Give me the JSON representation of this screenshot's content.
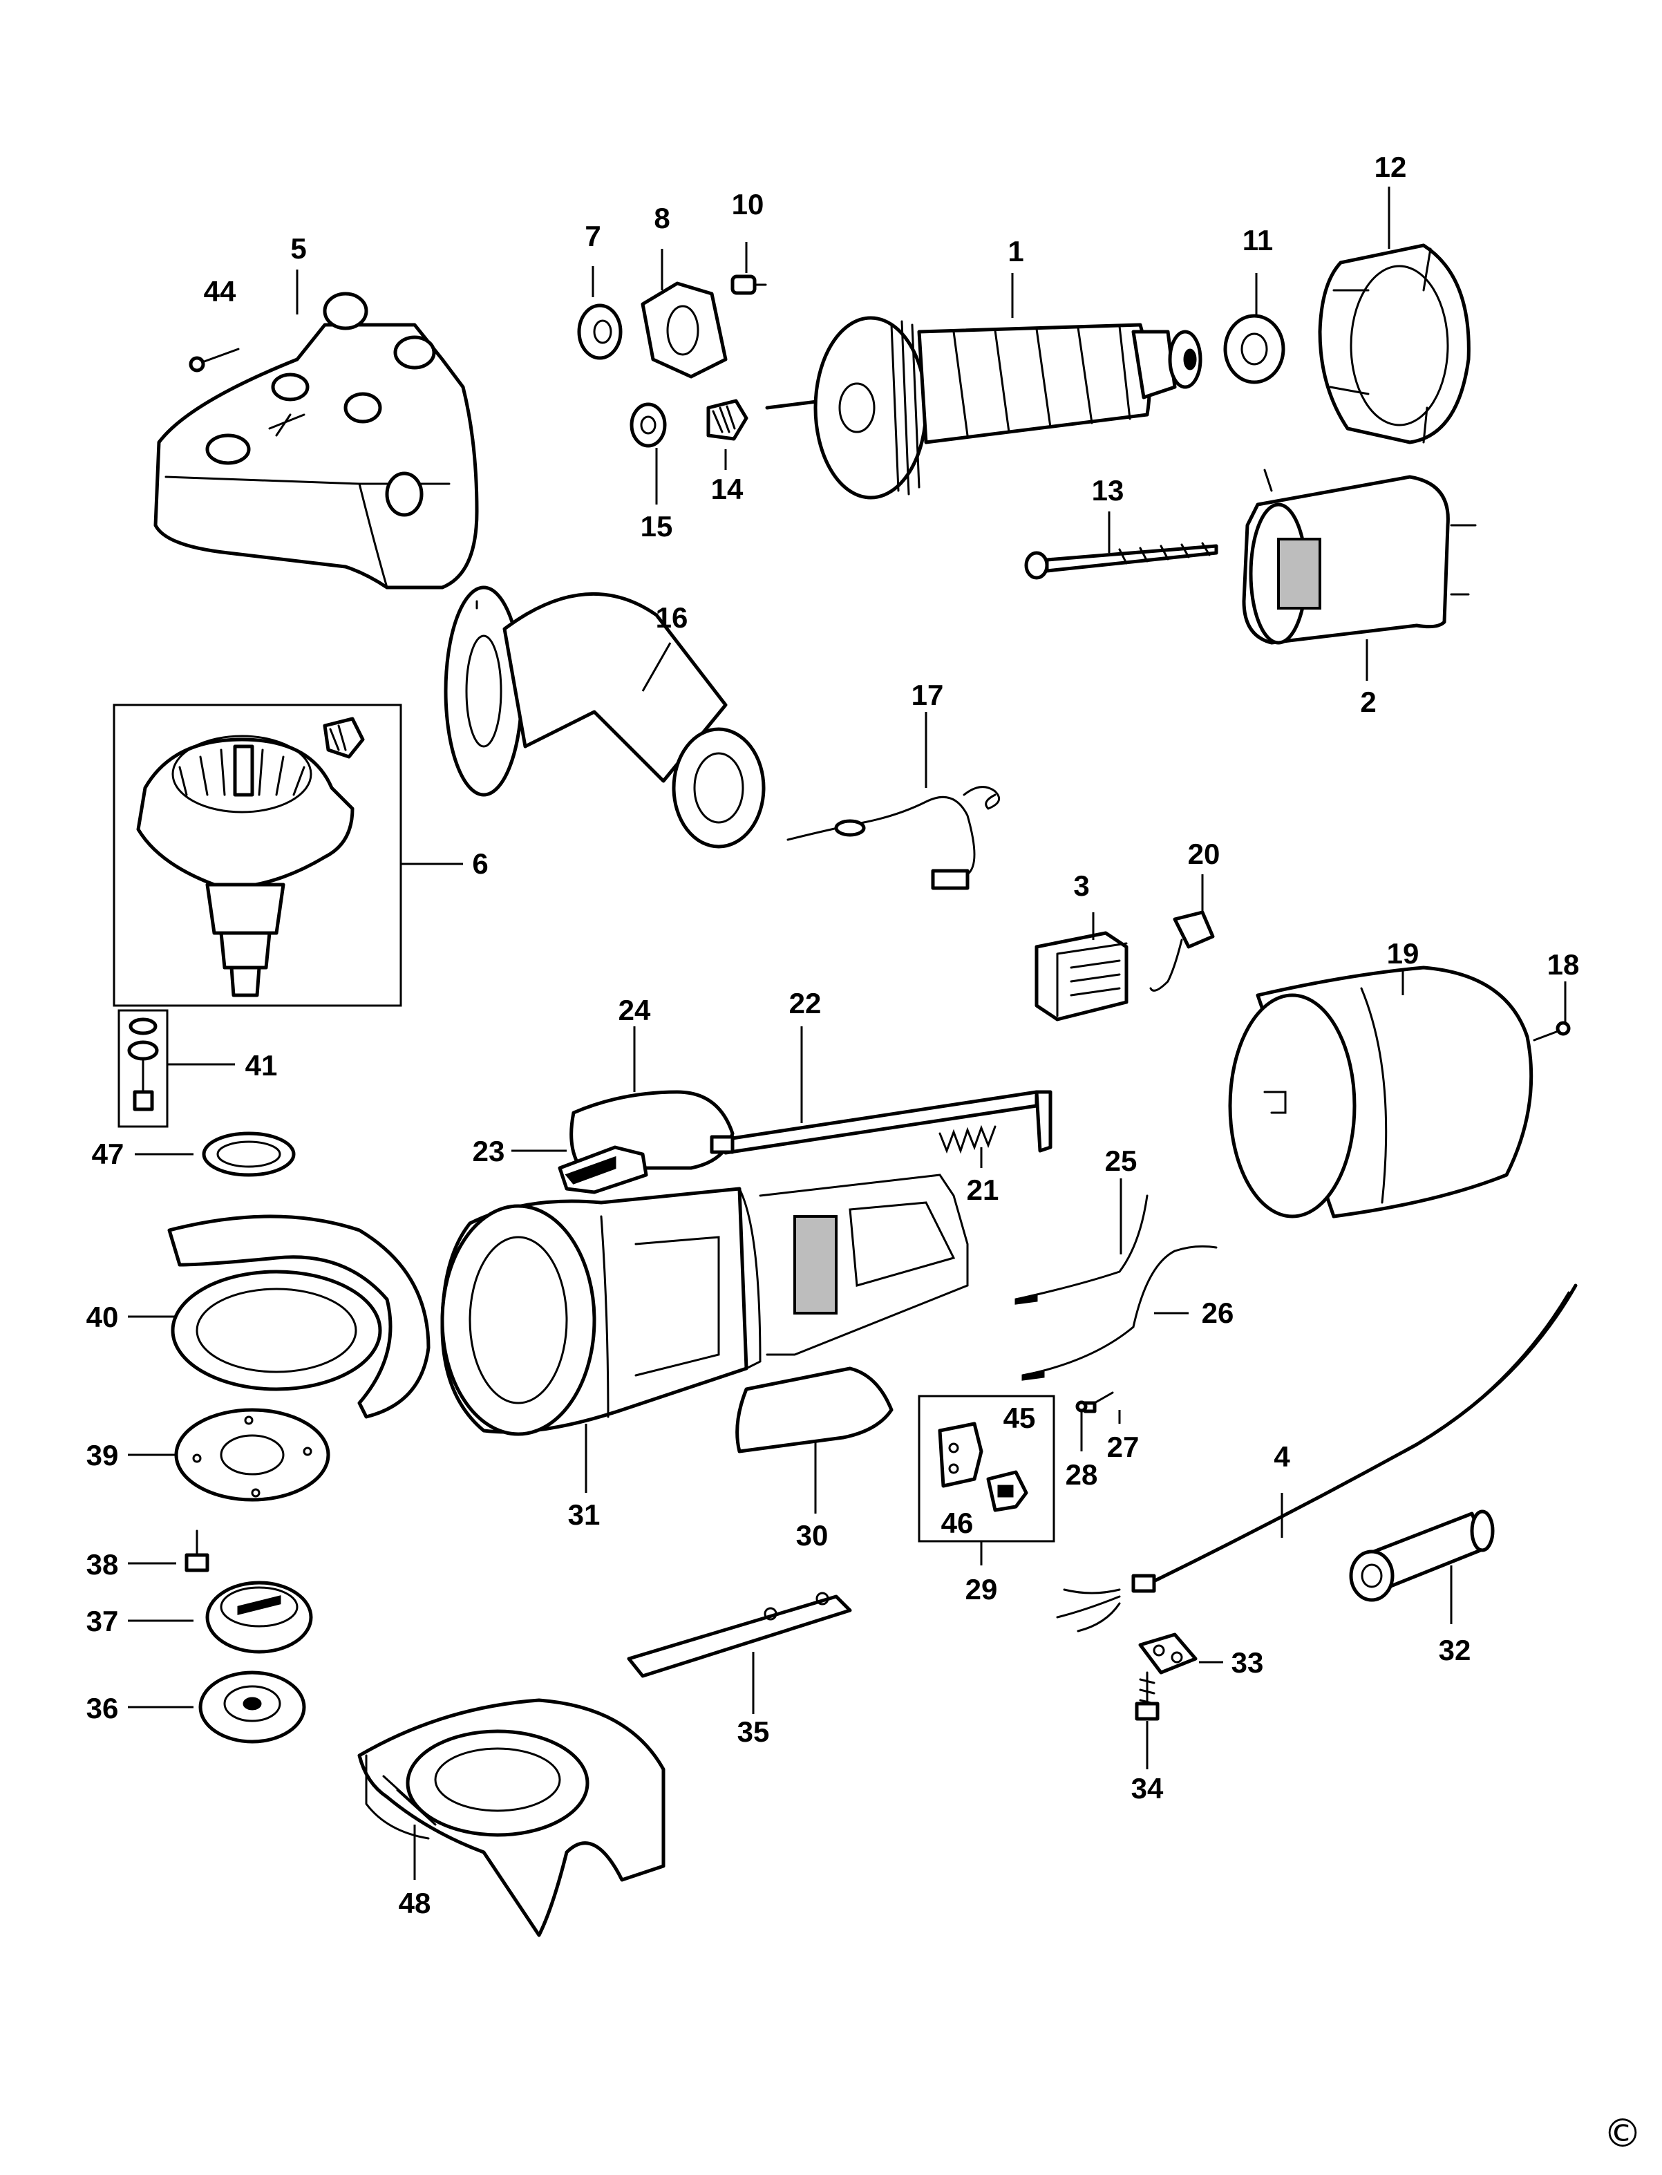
{
  "diagram": {
    "labels": [
      "1",
      "2",
      "3",
      "4",
      "5",
      "6",
      "7",
      "8",
      "10",
      "11",
      "12",
      "13",
      "14",
      "15",
      "16",
      "17",
      "18",
      "19",
      "20",
      "21",
      "22",
      "23",
      "24",
      "25",
      "26",
      "27",
      "28",
      "29",
      "30",
      "31",
      "32",
      "33",
      "34",
      "35",
      "36",
      "37",
      "38",
      "39",
      "40",
      "41",
      "44",
      "45",
      "46",
      "47",
      "48"
    ],
    "copyright_symbol": "©",
    "colors": {
      "line": "#000000",
      "background": "#ffffff"
    }
  }
}
